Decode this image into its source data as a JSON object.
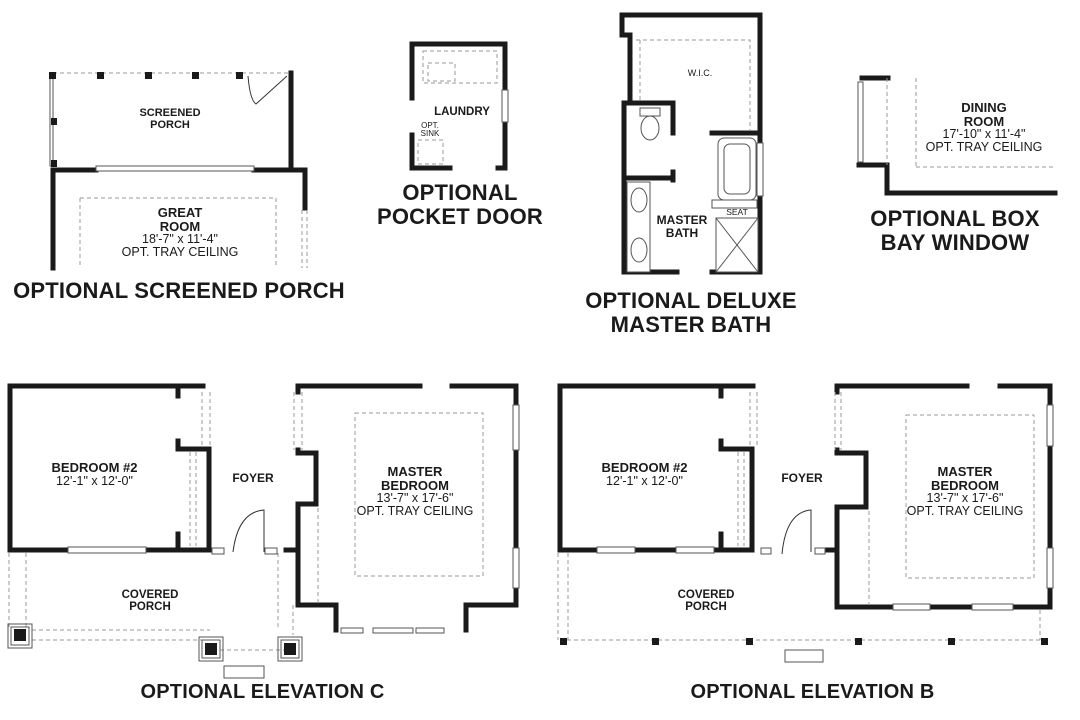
{
  "colors": {
    "wall": "#1a1a1a",
    "dashed": "#9a9a9a",
    "window": "#ffffff",
    "background": "#ffffff"
  },
  "screened_porch": {
    "title": "OPTIONAL SCREENED PORCH",
    "porch_label": [
      "SCREENED",
      "PORCH"
    ],
    "great_room": {
      "name": [
        "GREAT",
        "ROOM"
      ],
      "dims": "18'-7\" x 11'-4\"",
      "note": "OPT. TRAY CEILING"
    }
  },
  "pocket_door": {
    "title": [
      "OPTIONAL",
      "POCKET DOOR"
    ],
    "room": "LAUNDRY",
    "sink_label": [
      "OPT.",
      "SINK"
    ]
  },
  "deluxe_bath": {
    "title": [
      "OPTIONAL DELUXE",
      "MASTER BATH"
    ],
    "wic": "W.I.C.",
    "bath": [
      "MASTER",
      "BATH"
    ],
    "seat": "SEAT"
  },
  "box_bay": {
    "title": [
      "OPTIONAL BOX",
      "BAY WINDOW"
    ],
    "room": {
      "name": [
        "DINING",
        "ROOM"
      ],
      "dims": "17'-10\" x 11'-4\"",
      "note": "OPT. TRAY CEILING"
    }
  },
  "elevation_c": {
    "title": "OPTIONAL ELEVATION C",
    "bedroom2": {
      "name": "BEDROOM #2",
      "dims": "12'-1\" x 12'-0\""
    },
    "foyer": "FOYER",
    "master": {
      "name": [
        "MASTER",
        "BEDROOM"
      ],
      "dims": "13'-7\" x 17'-6\"",
      "note": "OPT. TRAY CEILING"
    },
    "porch": [
      "COVERED",
      "PORCH"
    ]
  },
  "elevation_b": {
    "title": "OPTIONAL ELEVATION B",
    "bedroom2": {
      "name": "BEDROOM #2",
      "dims": "12'-1\" x 12'-0\""
    },
    "foyer": "FOYER",
    "master": {
      "name": [
        "MASTER",
        "BEDROOM"
      ],
      "dims": "13'-7\" x 17'-6\"",
      "note": "OPT. TRAY CEILING"
    },
    "porch": [
      "COVERED",
      "PORCH"
    ]
  }
}
